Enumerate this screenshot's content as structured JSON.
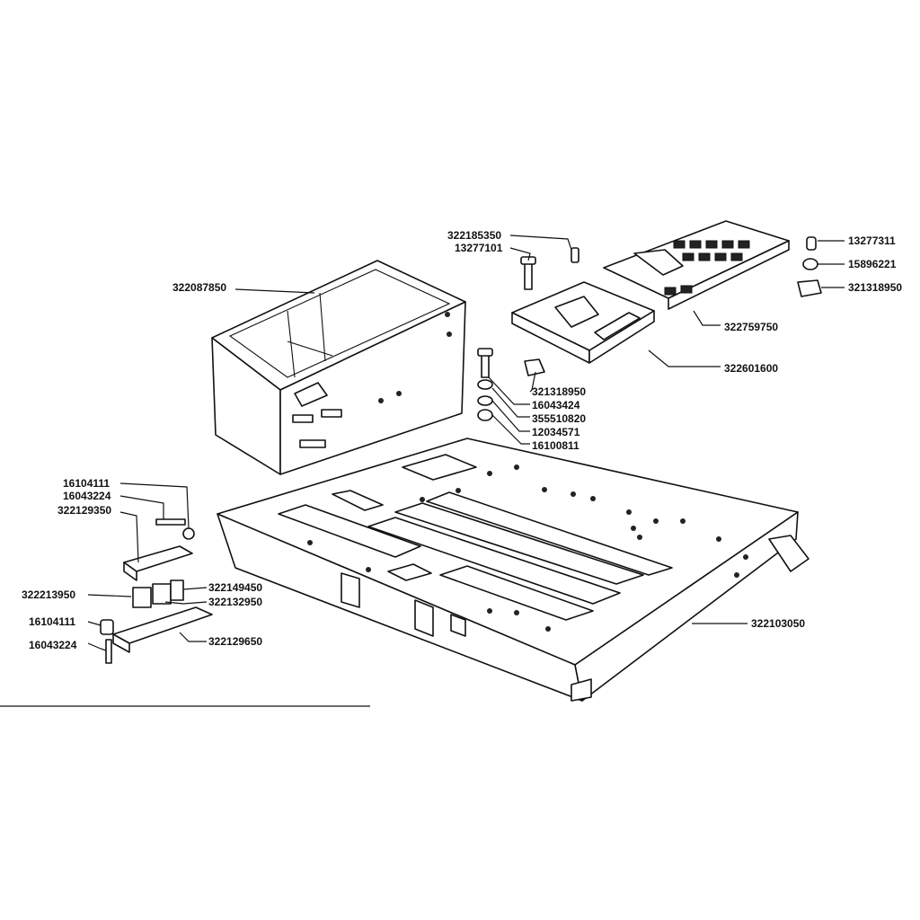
{
  "labels": {
    "p322185350": "322185350",
    "p13277101": "13277101",
    "p13277311": "13277311",
    "p15896221": "15896221",
    "p321318950_top": "321318950",
    "p322087850": "322087850",
    "p322759750": "322759750",
    "p322601600": "322601600",
    "p321318950_mid": "321318950",
    "p16043424": "16043424",
    "p355510820": "355510820",
    "p12034571": "12034571",
    "p16100811": "16100811",
    "p16104111_top": "16104111",
    "p16043224_top": "16043224",
    "p322129350": "322129350",
    "p322149450": "322149450",
    "p322213950": "322213950",
    "p322132950": "322132950",
    "p16104111_bot": "16104111",
    "p322129650": "322129650",
    "p16043224_bot": "16043224",
    "p322103050": "322103050"
  }
}
